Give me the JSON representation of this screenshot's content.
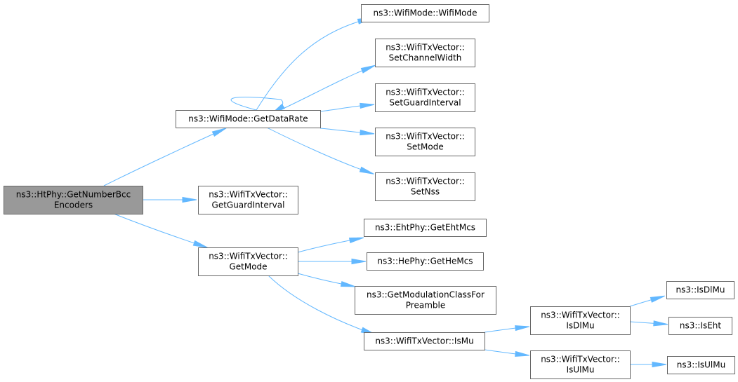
{
  "nodes": {
    "root": [
      "ns3::HtPhy::GetNumberBcc",
      "Encoders"
    ],
    "getDataRate": [
      "ns3::WifiMode::GetDataRate"
    ],
    "wifiMode": [
      "ns3::WifiMode::WifiMode"
    ],
    "setChannelWidth": [
      "ns3::WifiTxVector::",
      "SetChannelWidth"
    ],
    "setGuardInterval": [
      "ns3::WifiTxVector::",
      "SetGuardInterval"
    ],
    "setMode": [
      "ns3::WifiTxVector::",
      "SetMode"
    ],
    "setNss": [
      "ns3::WifiTxVector::",
      "SetNss"
    ],
    "getGuardInterval": [
      "ns3::WifiTxVector::",
      "GetGuardInterval"
    ],
    "getMode": [
      "ns3::WifiTxVector::",
      "GetMode"
    ],
    "getEhtMcs": [
      "ns3::EhtPhy::GetEhtMcs"
    ],
    "getHeMcs": [
      "ns3::HePhy::GetHeMcs"
    ],
    "getModClass": [
      "ns3::GetModulationClassFor",
      "Preamble"
    ],
    "isMu": [
      "ns3::WifiTxVector::IsMu"
    ],
    "isDlMuTx": [
      "ns3::WifiTxVector::",
      "IsDlMu"
    ],
    "isUlMuTx": [
      "ns3::WifiTxVector::",
      "IsUlMu"
    ],
    "isDlMu": [
      "ns3::IsDlMu"
    ],
    "isEht": [
      "ns3::IsEht"
    ],
    "isUlMu": [
      "ns3::IsUlMu"
    ]
  },
  "edges": [
    [
      "root",
      "getDataRate"
    ],
    [
      "root",
      "getGuardInterval"
    ],
    [
      "root",
      "getMode"
    ],
    [
      "getDataRate",
      "getDataRate"
    ],
    [
      "getDataRate",
      "wifiMode"
    ],
    [
      "getDataRate",
      "setChannelWidth"
    ],
    [
      "getDataRate",
      "setGuardInterval"
    ],
    [
      "getDataRate",
      "setMode"
    ],
    [
      "getDataRate",
      "setNss"
    ],
    [
      "getMode",
      "getEhtMcs"
    ],
    [
      "getMode",
      "getHeMcs"
    ],
    [
      "getMode",
      "getModClass"
    ],
    [
      "getMode",
      "isMu"
    ],
    [
      "isMu",
      "isDlMuTx"
    ],
    [
      "isMu",
      "isUlMuTx"
    ],
    [
      "isDlMuTx",
      "isDlMu"
    ],
    [
      "isDlMuTx",
      "isEht"
    ],
    [
      "isUlMuTx",
      "isUlMu"
    ]
  ],
  "colors": {
    "edge": "#63b8ff",
    "root_fill": "#999999",
    "node_border": "#666666"
  }
}
